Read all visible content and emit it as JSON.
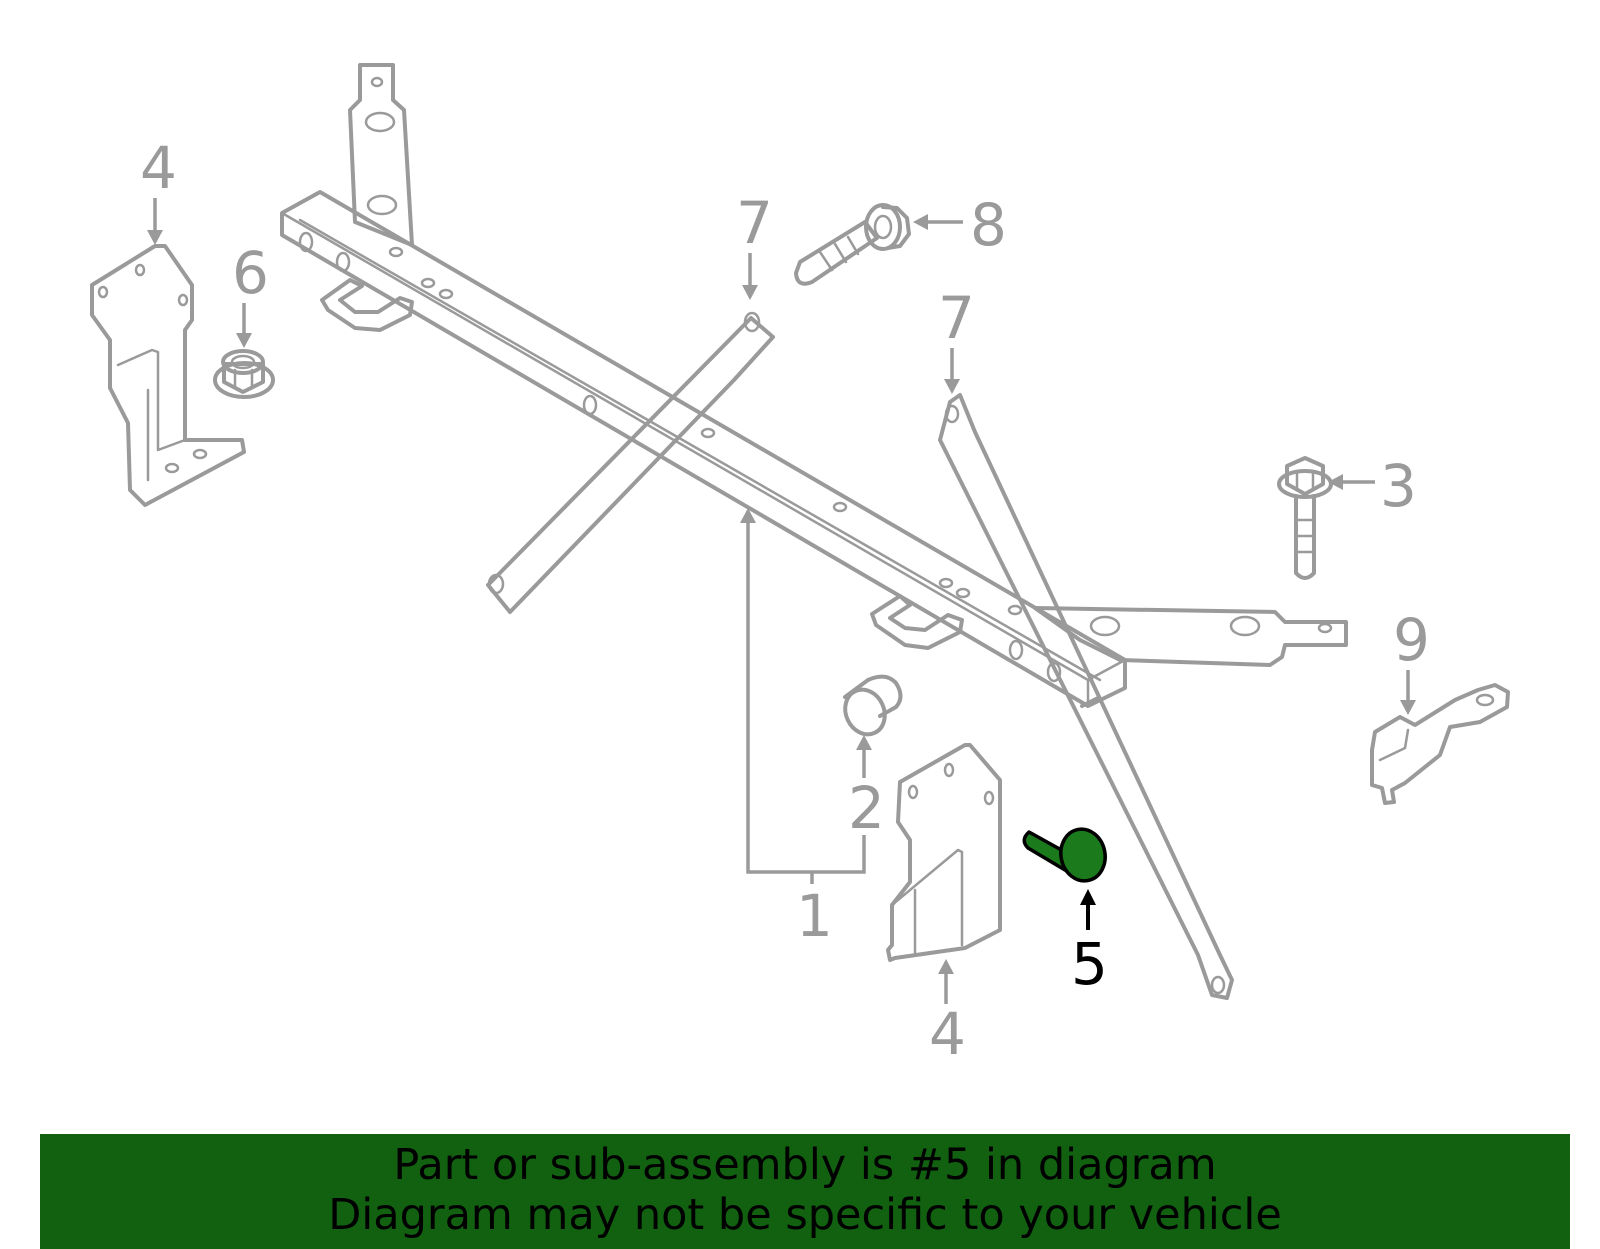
{
  "callouts": {
    "c1": "1",
    "c2": "2",
    "c3": "3",
    "c4a": "4",
    "c4b": "4",
    "c5": "5",
    "c6": "6",
    "c7a": "7",
    "c7b": "7",
    "c8": "8",
    "c9": "9"
  },
  "highlighted_part": "5",
  "colors": {
    "part_outline": "#9a9a9a",
    "highlight_fill": "#1b7a1b",
    "banner_bg": "#116111"
  },
  "banner": {
    "line1": "Part or sub-assembly is #5 in diagram",
    "line2": "Diagram may not be specific to your vehicle"
  }
}
